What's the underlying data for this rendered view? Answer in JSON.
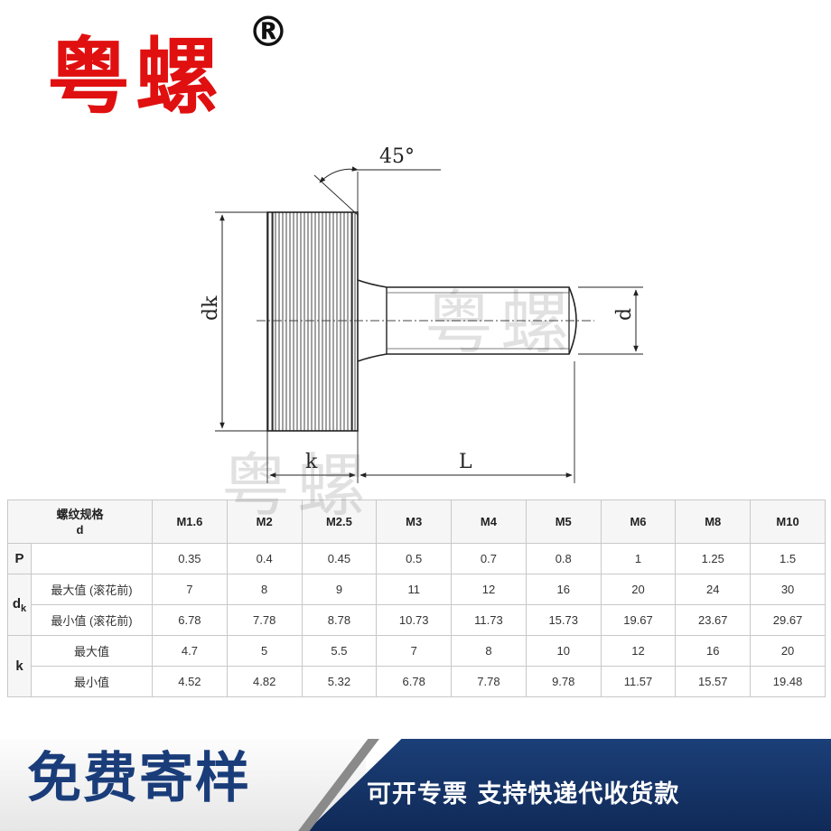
{
  "brand": {
    "name": "粤螺",
    "registered_mark": "®",
    "color": "#e01010"
  },
  "drawing": {
    "angle_label": "45°",
    "dk_label": "dk",
    "d_label": "d",
    "k_label": "k",
    "L_label": "L"
  },
  "watermark": {
    "text": "粤螺"
  },
  "table": {
    "corner": {
      "line1": "螺纹规格",
      "line2": "d"
    },
    "sizes": [
      "M1.6",
      "M2",
      "M2.5",
      "M3",
      "M4",
      "M5",
      "M6",
      "M8",
      "M10"
    ],
    "rows": {
      "p": {
        "param": "P",
        "label": "",
        "values": [
          "0.35",
          "0.4",
          "0.45",
          "0.5",
          "0.7",
          "0.8",
          "1",
          "1.25",
          "1.5"
        ]
      },
      "dk_max": {
        "param": "d",
        "param_sub": "k",
        "label": "最大值 (滚花前)",
        "values": [
          "7",
          "8",
          "9",
          "11",
          "12",
          "16",
          "20",
          "24",
          "30"
        ]
      },
      "dk_min": {
        "label": "最小值 (滚花前)",
        "values": [
          "6.78",
          "7.78",
          "8.78",
          "10.73",
          "11.73",
          "15.73",
          "19.67",
          "23.67",
          "29.67"
        ]
      },
      "k_max": {
        "param": "k",
        "label": "最大值",
        "values": [
          "4.7",
          "5",
          "5.5",
          "7",
          "8",
          "10",
          "12",
          "16",
          "20"
        ]
      },
      "k_min": {
        "label": "最小值",
        "values": [
          "4.52",
          "4.82",
          "5.32",
          "6.78",
          "7.78",
          "9.78",
          "11.57",
          "15.57",
          "19.48"
        ]
      }
    }
  },
  "banner": {
    "free_sample": "免费寄样",
    "services": "可开专票 支持快递代收货款",
    "left_text_color": "#1a3d7a",
    "right_bg_color": "#1b3f78"
  }
}
